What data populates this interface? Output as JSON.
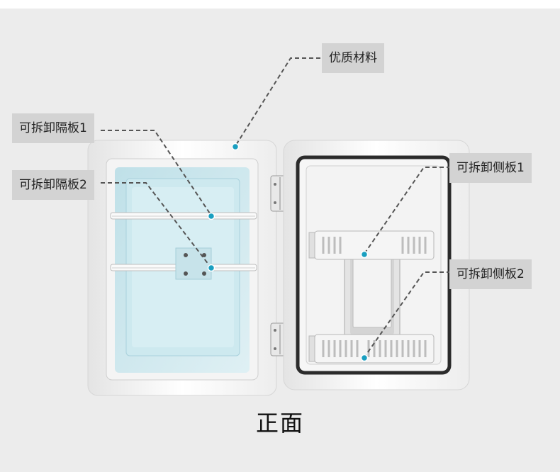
{
  "callouts": {
    "material": "优质材料",
    "shelf_1": "可拆卸隔板1",
    "shelf_2": "可拆卸隔板2",
    "side_panel_1": "可拆卸侧板1",
    "side_panel_2": "可拆卸侧板2"
  },
  "caption": "正面",
  "colors": {
    "background": "#ececec",
    "label_bg": "#d3d3d3",
    "marker_dot": "#1a9fc0",
    "interior": "#cfe9ef",
    "gasket": "#2b2b2b"
  }
}
